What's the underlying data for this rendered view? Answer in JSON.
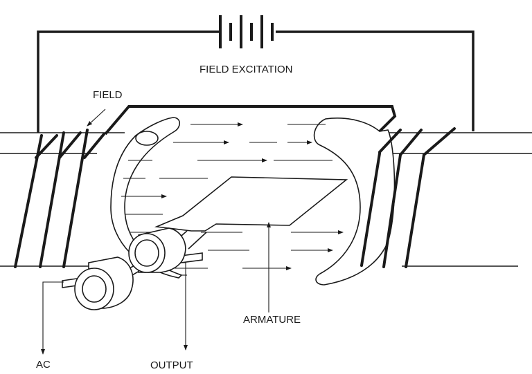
{
  "labels": {
    "field_excitation": "FIELD EXCITATION",
    "field": "FIELD",
    "armature": "ARMATURE",
    "ac": "AC",
    "output": "OUTPUT"
  },
  "colors": {
    "ink": "#1a1a1a",
    "background": "#ffffff"
  }
}
